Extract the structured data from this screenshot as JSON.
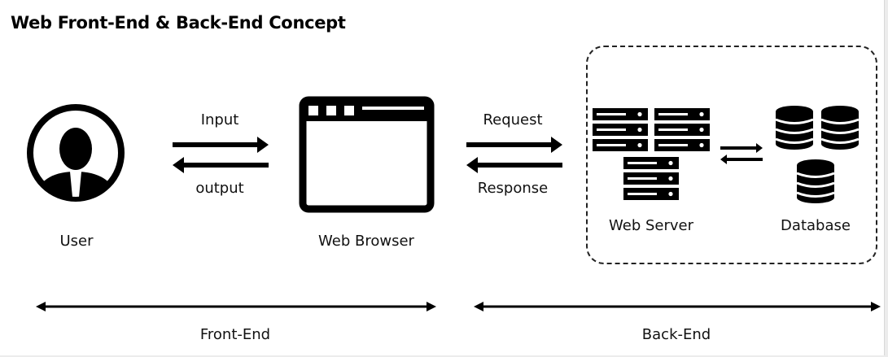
{
  "title": "Web Front-End & Back-End Concept",
  "nodes": {
    "user": "User",
    "browser": "Web Browser",
    "server": "Web Server",
    "database": "Database"
  },
  "edges": {
    "input": "Input",
    "output": "output",
    "request": "Request",
    "response": "Response"
  },
  "sections": {
    "front_end": "Front-End",
    "back_end": "Back-End"
  },
  "icons": [
    "user-icon",
    "web-browser-icon",
    "web-server-icon",
    "database-icon"
  ]
}
